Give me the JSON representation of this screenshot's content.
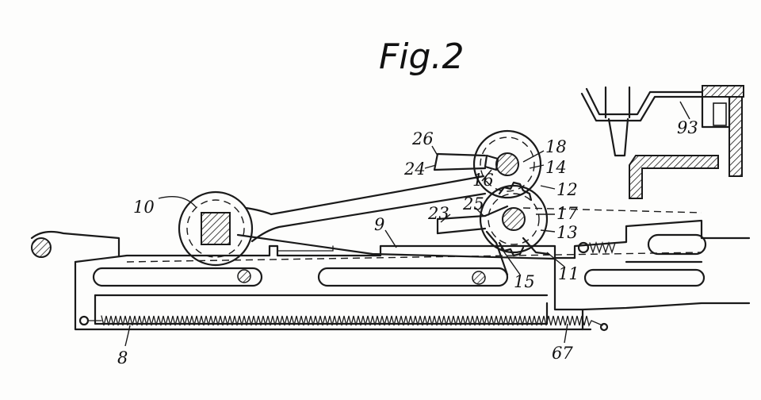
{
  "figure": {
    "title": "Fig.2",
    "labels": {
      "l26": "26",
      "l24": "24",
      "l18": "18",
      "l14": "14",
      "l16": "16",
      "l12": "12",
      "l10": "10",
      "l23": "23",
      "l25": "25",
      "l17": "17",
      "l9": "9",
      "l13": "13",
      "l15": "15",
      "l11": "11",
      "l93": "93",
      "l8": "8",
      "l67": "67"
    }
  }
}
